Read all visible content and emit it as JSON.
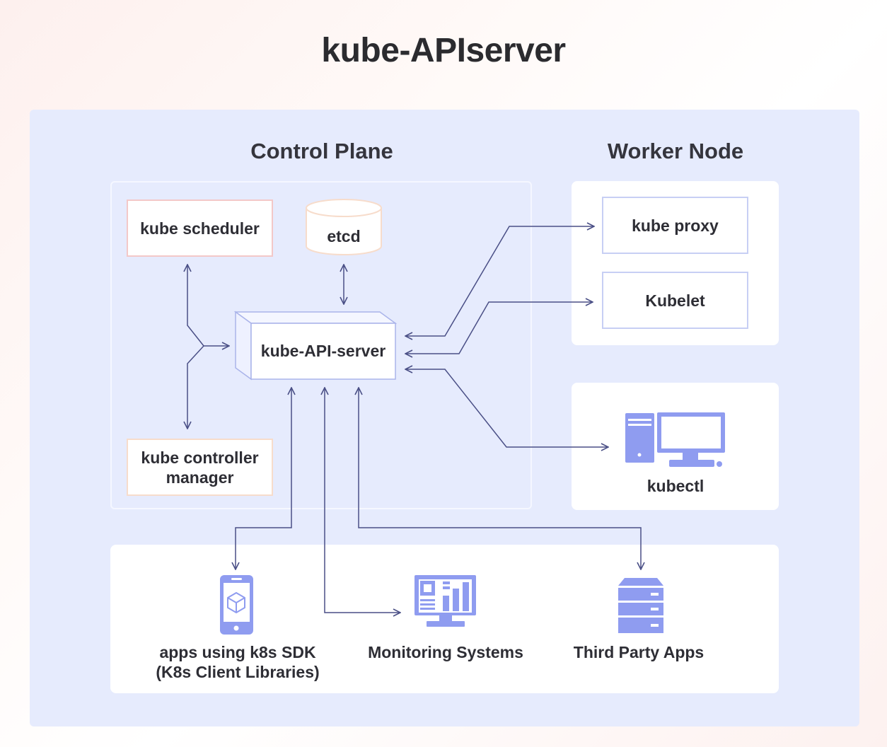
{
  "title": "kube-APIserver",
  "sections": {
    "control_plane": "Control Plane",
    "worker_node": "Worker Node"
  },
  "control_plane": {
    "kube_scheduler": "kube scheduler",
    "etcd": "etcd",
    "api_server": "kube-API-server",
    "controller_manager": "kube controller manager"
  },
  "worker_node": {
    "kube_proxy": "kube proxy",
    "kubelet": "Kubelet",
    "kubectl": "kubectl"
  },
  "clients": {
    "sdk_line1": "apps using k8s SDK",
    "sdk_line2": "(K8s Client Libraries)",
    "monitoring": "Monitoring Systems",
    "third_party": "Third Party Apps"
  },
  "colors": {
    "panel": "#e6ebfd",
    "arrow": "#4a4f86",
    "icon": "#8f9cf0",
    "scheduler_border": "#f3c8c8",
    "etcd_border": "#f7dccb",
    "worker_border": "#c7cff4"
  }
}
